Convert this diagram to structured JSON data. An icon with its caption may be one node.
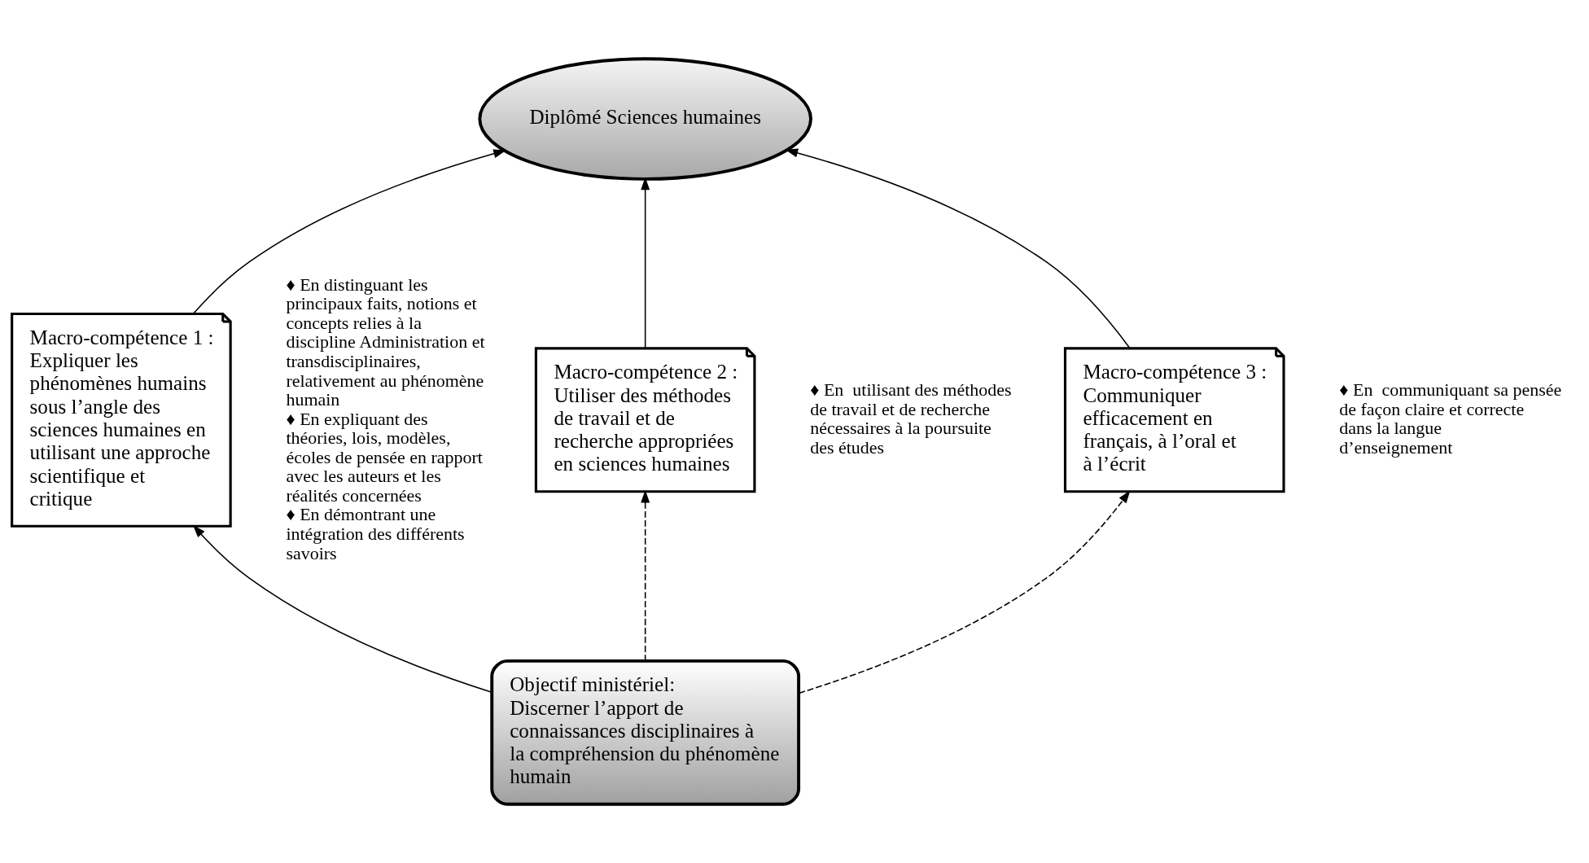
{
  "diagram": {
    "nodes": [
      {
        "text": [
          "Diplômé Sciences humaines"
        ]
      },
      {
        "text": [
          "Macro-compétence 1 :",
          "Expliquer les phénomènes humains sous l’angle des sciences humaines en utilisant une approche scientifique et critique"
        ],
        "beside": [
          "♦ En distinguant les principaux faits, notions et concepts relies à la discipline Administration et transdisciplinaires, relativement au phénomène humain",
          "♦ En expliquant des théories, lois, modèles, écoles de pensée en rapport avec les auteurs et les réalités concernées",
          "♦ En démontrant une intégration des différents savoirs"
        ]
      },
      {
        "text": [
          "Macro-compétence 2 :",
          "Utiliser des méthodes de travail et de recherche appropriées en sciences humaines"
        ],
        "beside": [
          "♦ En  utilisant des méthodes de travail et de recherche nécessaires à la poursuite des études"
        ]
      },
      {
        "text": [
          "Macro-compétence 3 :",
          "Communiquer efficacement en français, à l’oral et à l’écrit"
        ],
        "beside": [
          "♦ En  communiquant sa pensée de façon claire et correcte dans la langue d’enseignement"
        ]
      },
      {
        "text": [
          "Objectif ministériel:",
          "Discerner l’apport de connaissances disciplinaires à la compréhension du phénomène humain"
        ]
      }
    ],
    "edges": [
      {
        "from": 1,
        "to": 0,
        "arrow": "to"
      },
      {
        "from": 2,
        "to": 0,
        "arrow": "to"
      },
      {
        "from": 3,
        "to": 0,
        "arrow": "to"
      },
      {
        "from": 4,
        "to": 1,
        "arrow": "to"
      },
      {
        "from": 4,
        "to": 2,
        "arrow": "to",
        "style": "dashed"
      },
      {
        "from": 4,
        "to": 3,
        "arrow": "to",
        "style": "dashed"
      }
    ]
  }
}
